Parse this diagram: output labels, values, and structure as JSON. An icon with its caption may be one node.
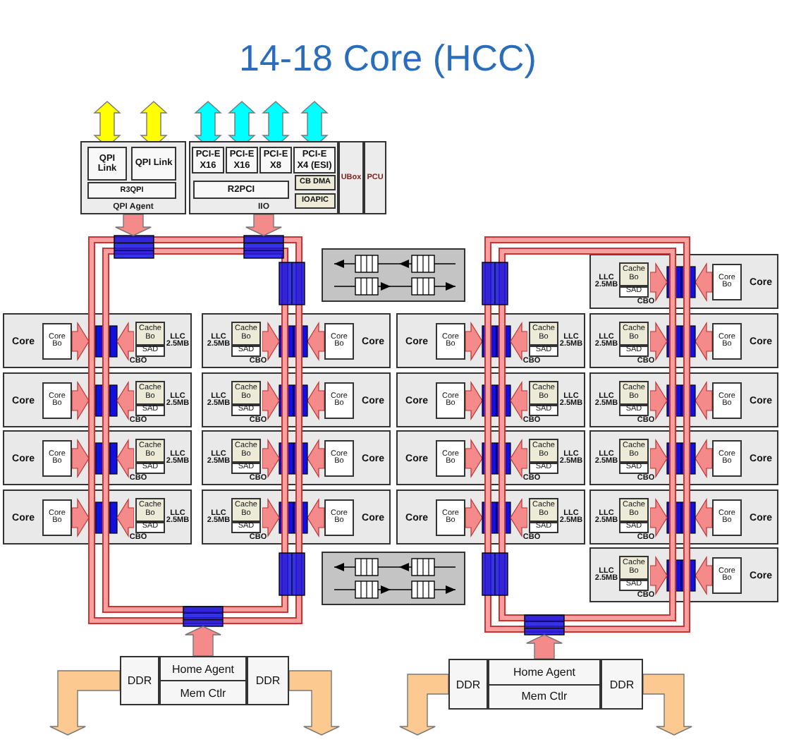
{
  "diagram": {
    "title": "14-18 Core (HCC)",
    "nodes": [
      {
        "text": [
          "QPI Agent"
        ]
      },
      {
        "text": [
          "QPI Link"
        ],
        "in": 0
      },
      {
        "text": [
          "QPI Link"
        ],
        "in": 0
      },
      {
        "text": [
          "R3QPI"
        ],
        "in": 0
      },
      {
        "text": [
          "IIO"
        ]
      },
      {
        "text": [
          "PCI-E X16"
        ],
        "in": 4
      },
      {
        "text": [
          "PCI-E X16"
        ],
        "in": 4
      },
      {
        "text": [
          "PCI-E X8"
        ],
        "in": 4
      },
      {
        "text": [
          "PCI-E X4 (ESI)"
        ],
        "in": 4
      },
      {
        "text": [
          "R2PCI"
        ],
        "in": 4
      },
      {
        "text": [
          "CB DMA"
        ],
        "in": 4
      },
      {
        "text": [
          "IOAPIC"
        ],
        "in": 4
      },
      {
        "text": [
          "UBox"
        ]
      },
      {
        "text": [
          "PCU"
        ]
      },
      {
        "text": [
          "LLC 2.5MB",
          "Cache Bo",
          "SAD",
          "Core Bo",
          "Core",
          "CBO"
        ]
      },
      {
        "text": [
          "Core",
          "Core Bo",
          "Cache Bo",
          "SAD",
          "LLC 2.5MB",
          "CBO"
        ]
      },
      {
        "text": [
          "LLC 2.5MB",
          "Cache Bo",
          "SAD",
          "Core Bo",
          "Core",
          "CBO"
        ]
      },
      {
        "text": [
          "Core",
          "Core Bo",
          "Cache Bo",
          "SAD",
          "LLC 2.5MB",
          "CBO"
        ]
      },
      {
        "text": [
          "LLC 2.5MB",
          "Cache Bo",
          "SAD",
          "Core Bo",
          "Core",
          "CBO"
        ]
      },
      {
        "text": [
          "Core",
          "Core Bo",
          "Cache Bo",
          "SAD",
          "LLC 2.5MB",
          "CBO"
        ]
      },
      {
        "text": [
          "LLC 2.5MB",
          "Cache Bo",
          "SAD",
          "Core Bo",
          "Core",
          "CBO"
        ]
      },
      {
        "text": [
          "Core",
          "Core Bo",
          "Cache Bo",
          "SAD",
          "LLC 2.5MB",
          "CBO"
        ]
      },
      {
        "text": [
          "LLC 2.5MB",
          "Cache Bo",
          "SAD",
          "Core Bo",
          "Core",
          "CBO"
        ]
      },
      {
        "text": [
          "Core",
          "Core Bo",
          "Cache Bo",
          "SAD",
          "LLC 2.5MB",
          "CBO"
        ]
      },
      {
        "text": [
          "LLC 2.5MB",
          "Cache Bo",
          "SAD",
          "Core Bo",
          "Core",
          "CBO"
        ]
      },
      {
        "text": [
          "Core",
          "Core Bo",
          "Cache Bo",
          "SAD",
          "LLC 2.5MB",
          "CBO"
        ]
      },
      {
        "text": [
          "LLC 2.5MB",
          "Cache Bo",
          "SAD",
          "Core Bo",
          "Core",
          "CBO"
        ]
      },
      {
        "text": [
          "Core",
          "Core Bo",
          "Cache Bo",
          "SAD",
          "LLC 2.5MB",
          "CBO"
        ]
      },
      {
        "text": [
          "LLC 2.5MB",
          "Cache Bo",
          "SAD",
          "Core Bo",
          "Core",
          "CBO"
        ]
      },
      {
        "text": [
          "Core",
          "Core Bo",
          "Cache Bo",
          "SAD",
          "LLC 2.5MB",
          "CBO"
        ]
      },
      {
        "text": [
          "LLC 2.5MB",
          "Cache Bo",
          "SAD",
          "Core Bo",
          "Core",
          "CBO"
        ]
      },
      {
        "text": [
          "LLC 2.5MB",
          "Cache Bo",
          "SAD",
          "Core Bo",
          "Core",
          "CBO"
        ]
      },
      {
        "text": [],
        "shape": "box"
      },
      {
        "text": [],
        "shape": "box"
      },
      {
        "text": [
          "DDR"
        ]
      },
      {
        "text": [
          "Home Agent",
          "Mem Ctlr"
        ]
      },
      {
        "text": [
          "DDR"
        ]
      },
      {
        "text": [
          "DDR"
        ]
      },
      {
        "text": [
          "Home Agent",
          "Mem Ctlr"
        ]
      },
      {
        "text": [
          "DDR"
        ]
      }
    ],
    "edges": [
      {
        "from": null,
        "to": 1,
        "arrow": "both",
        "color": "#ffff00"
      },
      {
        "from": null,
        "to": 2,
        "arrow": "both",
        "color": "#ffff00"
      },
      {
        "from": null,
        "to": 5,
        "arrow": "both",
        "color": "#00ffff"
      },
      {
        "from": null,
        "to": 6,
        "arrow": "both",
        "color": "#00ffff"
      },
      {
        "from": null,
        "to": 7,
        "arrow": "both",
        "color": "#00ffff"
      },
      {
        "from": null,
        "to": 8,
        "arrow": "both",
        "color": "#00ffff"
      },
      {
        "from": 0,
        "to": null,
        "arrow": "to",
        "color": "#f58a8a"
      },
      {
        "from": 4,
        "to": null,
        "arrow": "to",
        "color": "#f58a8a"
      },
      {
        "from": 35,
        "to": null,
        "arrow": "to",
        "color": "#f58a8a"
      },
      {
        "from": 38,
        "to": null,
        "arrow": "to",
        "color": "#f58a8a"
      },
      {
        "from": 34,
        "to": null,
        "arrow": "to",
        "color": "#fcc990"
      },
      {
        "from": 36,
        "to": null,
        "arrow": "to",
        "color": "#fcc990"
      },
      {
        "from": 37,
        "to": null,
        "arrow": "to",
        "color": "#fcc990"
      },
      {
        "from": 39,
        "to": null,
        "arrow": "to",
        "color": "#fcc990"
      }
    ]
  }
}
